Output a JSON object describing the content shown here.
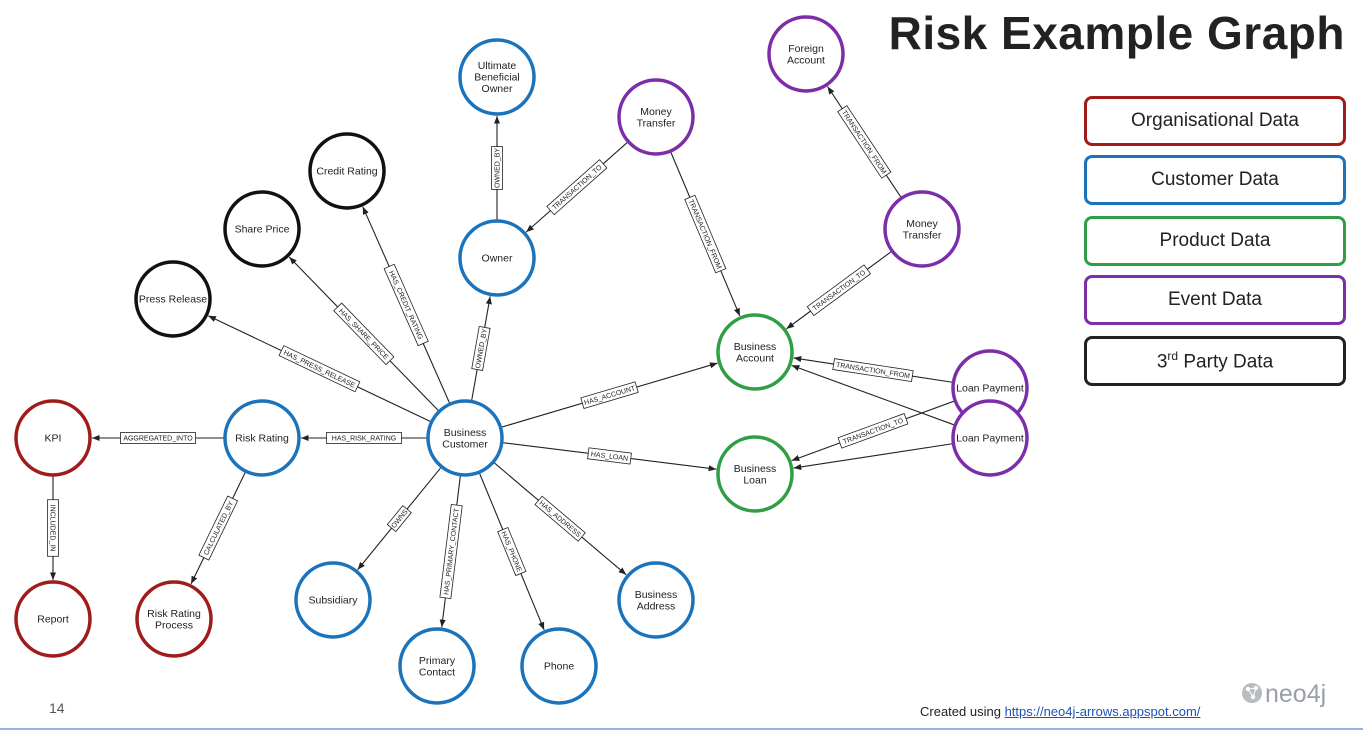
{
  "title": "Risk Example Graph",
  "legend": {
    "organisational": "Organisational Data",
    "customer": "Customer Data",
    "product": "Product Data",
    "event": "Event Data",
    "third_party_prefix": "3",
    "third_party_sup": "rd",
    "third_party_suffix": " Party Data"
  },
  "footer": {
    "page_number": "14",
    "credit_prefix": "Created using ",
    "credit_link": "https://neo4j-arrows.appspot.com/",
    "logo_text": "neo4j"
  },
  "colors": {
    "organisational": "#a01c1c",
    "customer": "#1b74bb",
    "product": "#2f9e44",
    "event": "#7b2ea8",
    "third_party": "#111111"
  },
  "graph": {
    "nodes": [
      {
        "id": "business_customer",
        "lines": [
          "Business",
          "Customer"
        ],
        "category": "customer"
      },
      {
        "id": "ubo",
        "lines": [
          "Ultimate",
          "Beneficial",
          "Owner"
        ],
        "category": "customer"
      },
      {
        "id": "owner",
        "lines": [
          "Owner"
        ],
        "category": "customer"
      },
      {
        "id": "risk_rating",
        "lines": [
          "Risk Rating"
        ],
        "category": "customer"
      },
      {
        "id": "subsidiary",
        "lines": [
          "Subsidiary"
        ],
        "category": "customer"
      },
      {
        "id": "primary_contact",
        "lines": [
          "Primary",
          "Contact"
        ],
        "category": "customer"
      },
      {
        "id": "phone",
        "lines": [
          "Phone"
        ],
        "category": "customer"
      },
      {
        "id": "business_address",
        "lines": [
          "Business",
          "Address"
        ],
        "category": "customer"
      },
      {
        "id": "kpi",
        "lines": [
          "KPI"
        ],
        "category": "organisational"
      },
      {
        "id": "report",
        "lines": [
          "Report"
        ],
        "category": "organisational"
      },
      {
        "id": "risk_rating_process",
        "lines": [
          "Risk Rating",
          "Process"
        ],
        "category": "organisational"
      },
      {
        "id": "credit_rating",
        "lines": [
          "Credit Rating"
        ],
        "category": "third_party"
      },
      {
        "id": "share_price",
        "lines": [
          "Share Price"
        ],
        "category": "third_party"
      },
      {
        "id": "press_release",
        "lines": [
          "Press Release"
        ],
        "category": "third_party"
      },
      {
        "id": "money_transfer_1",
        "lines": [
          "Money",
          "Transfer"
        ],
        "category": "event"
      },
      {
        "id": "money_transfer_2",
        "lines": [
          "Money",
          "Transfer"
        ],
        "category": "event"
      },
      {
        "id": "foreign_account",
        "lines": [
          "Foreign",
          "Account"
        ],
        "category": "event"
      },
      {
        "id": "loan_payment_1",
        "lines": [
          "Loan Payment"
        ],
        "category": "event"
      },
      {
        "id": "loan_payment_2",
        "lines": [
          "Loan Payment"
        ],
        "category": "event"
      },
      {
        "id": "business_account",
        "lines": [
          "Business",
          "Account"
        ],
        "category": "product"
      },
      {
        "id": "business_loan",
        "lines": [
          "Business",
          "Loan"
        ],
        "category": "product"
      }
    ],
    "edges": [
      {
        "from": "owner",
        "to": "ubo",
        "label": "OWNED_BY"
      },
      {
        "from": "business_customer",
        "to": "owner",
        "label": "OWNED_BY"
      },
      {
        "from": "money_transfer_1",
        "to": "owner",
        "label": "TRANSACTION_TO"
      },
      {
        "from": "money_transfer_1",
        "to": "business_account",
        "label": "TRANSACTION_FROM"
      },
      {
        "from": "business_customer",
        "to": "credit_rating",
        "label": "HAS_CREDIT_RATING"
      },
      {
        "from": "business_customer",
        "to": "share_price",
        "label": "HAS_SHARE_PRICE"
      },
      {
        "from": "business_customer",
        "to": "press_release",
        "label": "HAS_PRESS_RELEASE"
      },
      {
        "from": "business_customer",
        "to": "risk_rating",
        "label": "HAS_RISK_RATING"
      },
      {
        "from": "risk_rating",
        "to": "kpi",
        "label": "AGGREGATED_INTO"
      },
      {
        "from": "kpi",
        "to": "report",
        "label": "INCLUDED_IN"
      },
      {
        "from": "risk_rating",
        "to": "risk_rating_process",
        "label": "CALCULATED_BY"
      },
      {
        "from": "business_customer",
        "to": "subsidiary",
        "label": "OWNS"
      },
      {
        "from": "business_customer",
        "to": "primary_contact",
        "label": "HAS_PRIMARY_CONTACT"
      },
      {
        "from": "business_customer",
        "to": "phone",
        "label": "HAS_PHONE"
      },
      {
        "from": "business_customer",
        "to": "business_address",
        "label": "HAS_ADDRESS"
      },
      {
        "from": "business_customer",
        "to": "business_account",
        "label": "HAS_ACCOUNT"
      },
      {
        "from": "business_customer",
        "to": "business_loan",
        "label": "HAS_LOAN"
      },
      {
        "from": "money_transfer_2",
        "to": "foreign_account",
        "label": "TRANSACTION_FROM"
      },
      {
        "from": "money_transfer_2",
        "to": "business_account",
        "label": "TRANSACTION_TO"
      },
      {
        "from": "loan_payment_1",
        "to": "business_account",
        "label": "TRANSACTION_FROM"
      },
      {
        "from": "loan_payment_1",
        "to": "business_loan",
        "label": "TRANSACTION_TO"
      },
      {
        "from": "loan_payment_2",
        "to": "business_account",
        "label": ""
      },
      {
        "from": "loan_payment_2",
        "to": "business_loan",
        "label": ""
      }
    ]
  }
}
